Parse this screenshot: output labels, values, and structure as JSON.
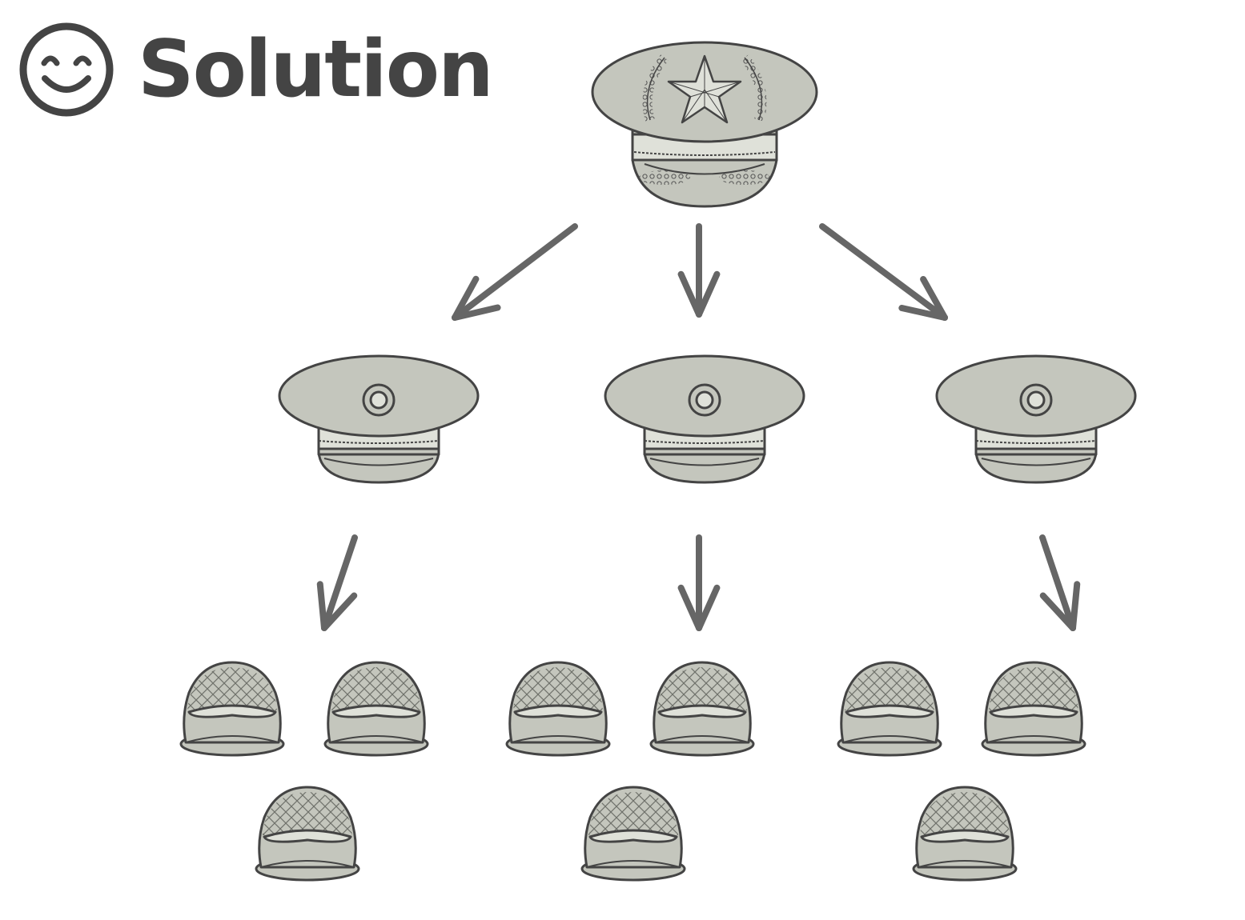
{
  "heading": {
    "title": "Solution",
    "icon": "smiley-face-icon"
  },
  "hierarchy": {
    "commander": {
      "icon": "officer-cap-with-star-icon"
    },
    "officers": [
      {
        "icon": "officer-cap-icon",
        "soldiers": 3,
        "soldier_icon": "soldier-helmet-icon"
      },
      {
        "icon": "officer-cap-icon",
        "soldiers": 3,
        "soldier_icon": "soldier-helmet-icon"
      },
      {
        "icon": "officer-cap-icon",
        "soldiers": 3,
        "soldier_icon": "soldier-helmet-icon"
      }
    ],
    "connector": "arrow-icon"
  },
  "colors": {
    "ink": "#444444",
    "fill": "#c4c6bd",
    "fill_light": "#dfe1d9",
    "arrow": "#666666"
  }
}
